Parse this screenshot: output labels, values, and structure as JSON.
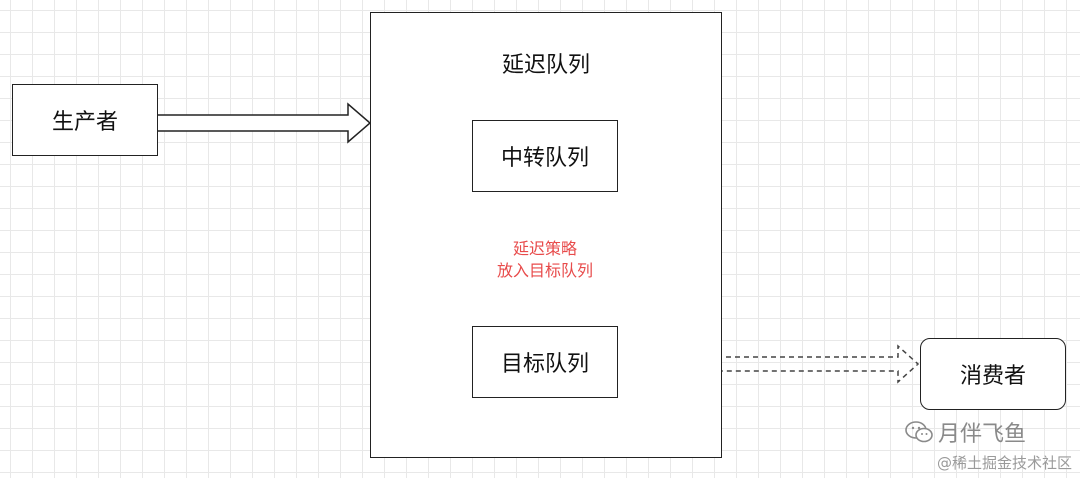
{
  "nodes": {
    "producer": "生产者",
    "delay_queue": "延迟队列",
    "transit_queue": "中转队列",
    "target_queue": "目标队列",
    "consumer": "消费者"
  },
  "edges": {
    "strategy_line1": "延迟策略",
    "strategy_line2": "放入目标队列"
  },
  "watermark": {
    "brand": "月伴飞鱼",
    "site": "@稀土掘金技术社区"
  },
  "colors": {
    "strategy_label": "#e84b4b",
    "stroke": "#222222",
    "grid": "#e8e8e8"
  }
}
